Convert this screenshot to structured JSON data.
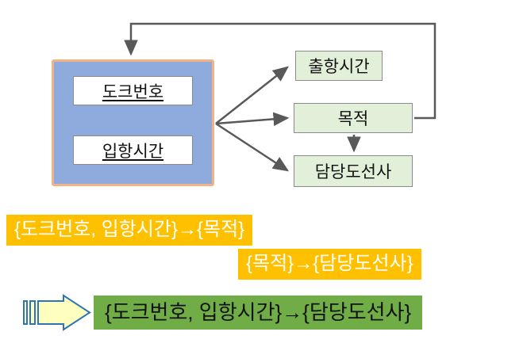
{
  "entity": {
    "fields": [
      {
        "label": "도크번호"
      },
      {
        "label": "입항시간"
      }
    ]
  },
  "nodes": [
    {
      "label": "출항시간"
    },
    {
      "label": "목적"
    },
    {
      "label": "담당도선사"
    }
  ],
  "dependencies": [
    {
      "text": "{도크번호, 입항시간}→{목적}"
    },
    {
      "text": "{목적}→{담당도선사}"
    }
  ],
  "conclusion": {
    "text": "{도크번호, 입항시간}→{담당도선사}"
  },
  "icons": [
    {
      "name": "striped-right-arrow-icon"
    }
  ],
  "colors": {
    "entity_fill": "#8FAADC",
    "entity_border": "#F4B183",
    "node_fill": "#E2EFD9",
    "highlight": "#FFC000",
    "conclusion_fill": "#70AD47",
    "arrow": "#595959"
  }
}
